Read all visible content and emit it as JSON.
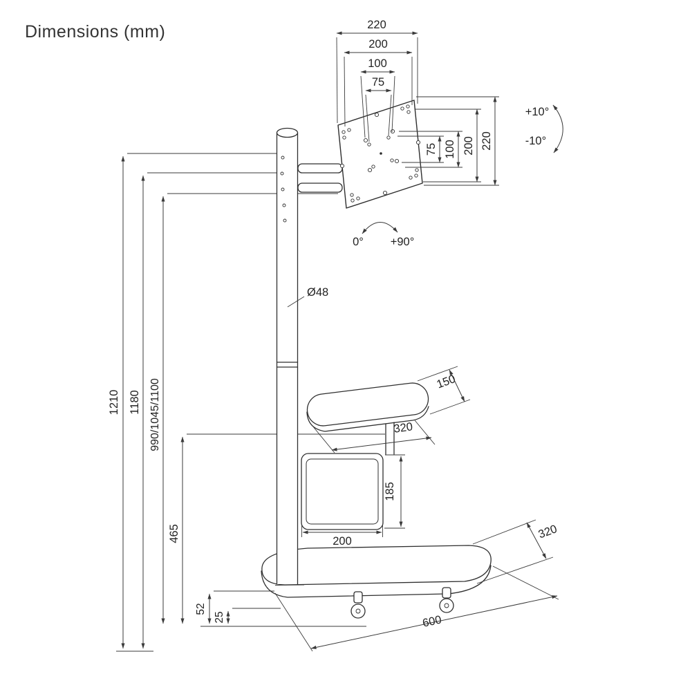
{
  "title": "Dimensions (mm)",
  "dimensions": {
    "vesa_width_max": "220",
    "vesa_width_200": "200",
    "vesa_width_100": "100",
    "vesa_width_75": "75",
    "vesa_height_75": "75",
    "vesa_height_100": "100",
    "vesa_height_200": "200",
    "vesa_height_max": "220",
    "tilt_up": "+10°",
    "tilt_down": "-10°",
    "swivel_min": "0°",
    "swivel_max": "+90°",
    "pole_diameter": "Ø48",
    "shelf_depth": "150",
    "shelf_width": "320",
    "holder_height": "185",
    "holder_width": "200",
    "total_height": "1210",
    "height_to_plate": "1180",
    "pole_heights": "990/1045/1100",
    "shelf_height": "465",
    "base_thickness": "52",
    "base_clearance": "25",
    "base_length": "600",
    "base_depth": "320"
  }
}
